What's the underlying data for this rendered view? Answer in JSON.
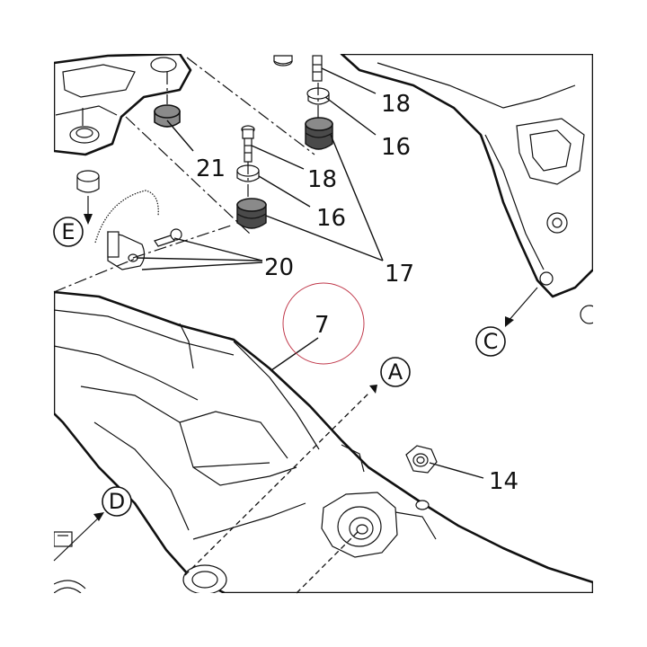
{
  "callouts": {
    "c7": "7",
    "c14": "14",
    "c16a": "16",
    "c16b": "16",
    "c17": "17",
    "c18a": "18",
    "c18b": "18",
    "c20": "20",
    "c21": "21"
  },
  "view_letters": {
    "A": "A",
    "C": "C",
    "D": "D",
    "E": "E"
  },
  "colors": {
    "line": "#111111",
    "rubber": "#8a8a8a",
    "highlight_circle": "#c0394b"
  }
}
